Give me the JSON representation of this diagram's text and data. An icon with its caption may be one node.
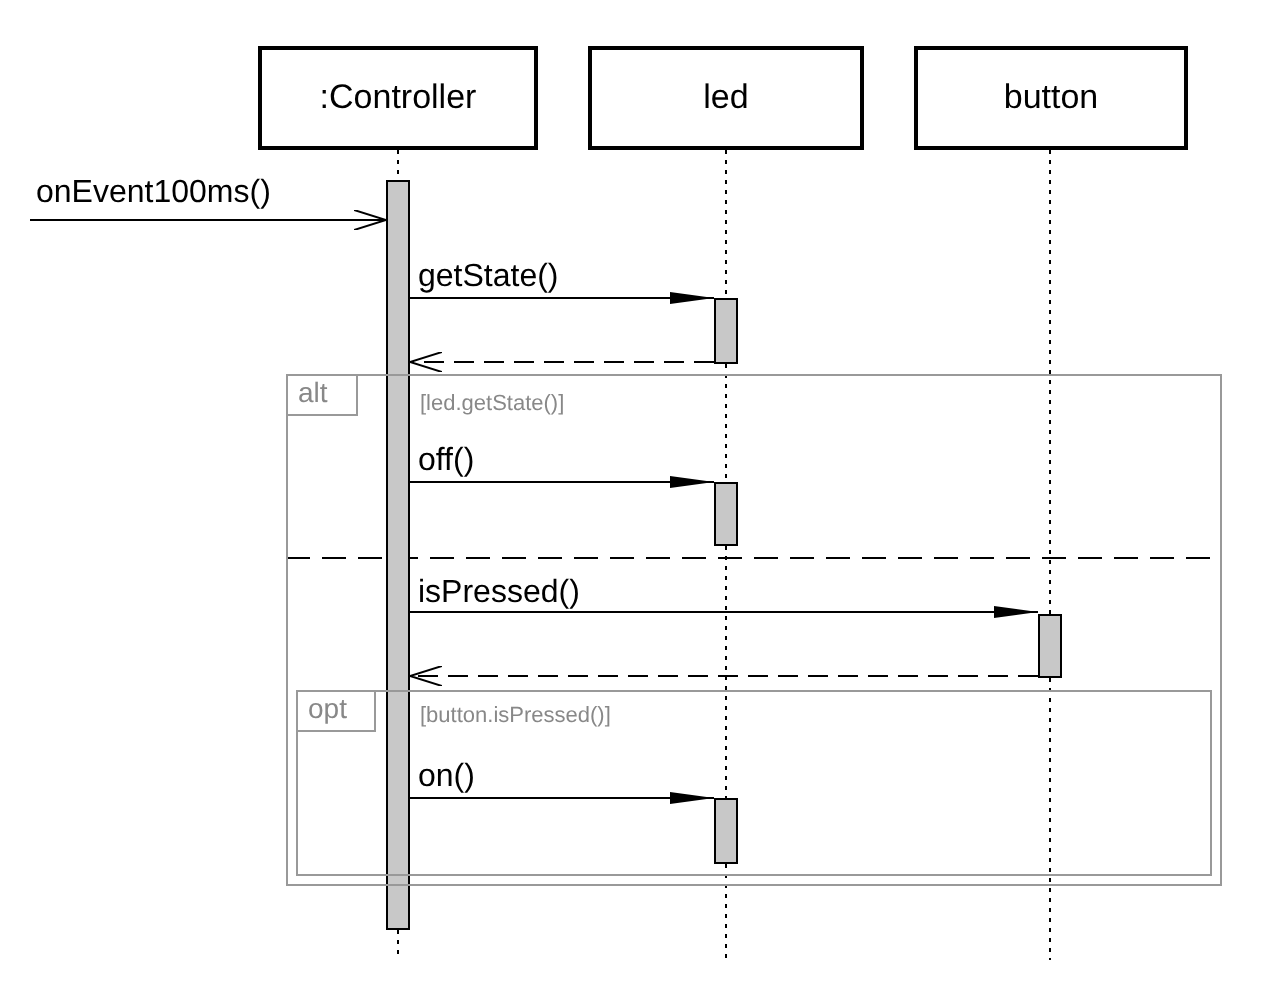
{
  "diagram": {
    "nodes": [
      {
        "text": [
          ":Controller"
        ]
      },
      {
        "text": [
          "led"
        ]
      },
      {
        "text": [
          "button"
        ]
      },
      {
        "text": [],
        "shape": "bar"
      },
      {
        "text": [],
        "shape": "bar"
      },
      {
        "text": [
          "alt",
          "[led.getState()]"
        ]
      },
      {
        "text": [],
        "shape": "bar",
        "in": 5
      },
      {
        "text": [],
        "shape": "bar",
        "in": 5
      },
      {
        "text": [
          "opt",
          "[button.isPressed()]"
        ],
        "in": 5
      },
      {
        "text": [],
        "shape": "bar",
        "in": 8
      }
    ],
    "edges": [
      {
        "from": 0,
        "to": 3,
        "arrow": "none",
        "style": "dashed"
      },
      {
        "from": 1,
        "to": 4,
        "arrow": "none",
        "style": "dashed"
      },
      {
        "from": 4,
        "to": 6,
        "arrow": "none",
        "style": "dashed"
      },
      {
        "from": 6,
        "to": 9,
        "arrow": "none",
        "style": "dashed"
      },
      {
        "from": 2,
        "to": 7,
        "arrow": "none",
        "style": "dashed"
      },
      {
        "from": null,
        "to": 3,
        "arrow": "to",
        "label": "onEvent100ms()"
      },
      {
        "from": 3,
        "to": 4,
        "arrow": "to",
        "label": "getState()"
      },
      {
        "from": 4,
        "to": 3,
        "arrow": "to",
        "style": "dashed"
      },
      {
        "from": 3,
        "to": 6,
        "arrow": "to",
        "label": "off()"
      },
      {
        "from": 3,
        "to": 7,
        "arrow": "to",
        "label": "isPressed()"
      },
      {
        "from": 7,
        "to": 3,
        "arrow": "to",
        "style": "dashed"
      },
      {
        "from": 3,
        "to": 9,
        "arrow": "to",
        "label": "on()"
      }
    ]
  }
}
